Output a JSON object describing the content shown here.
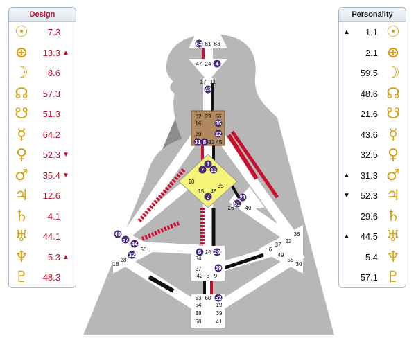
{
  "design": {
    "title": "Design",
    "rows": [
      {
        "planet": "Sun",
        "symbol": "☉",
        "value": "7.3",
        "arrow": ""
      },
      {
        "planet": "Earth",
        "symbol": "⊕",
        "value": "13.3",
        "arrow": "▲"
      },
      {
        "planet": "Moon",
        "symbol": "☽",
        "value": "8.6",
        "arrow": ""
      },
      {
        "planet": "North Node",
        "symbol": "☊",
        "value": "57.3",
        "arrow": ""
      },
      {
        "planet": "South Node",
        "symbol": "☋",
        "value": "51.3",
        "arrow": ""
      },
      {
        "planet": "Mercury",
        "symbol": "☿",
        "value": "64.2",
        "arrow": ""
      },
      {
        "planet": "Venus",
        "symbol": "♀",
        "value": "52.3",
        "arrow": "▼"
      },
      {
        "planet": "Mars",
        "symbol": "♂",
        "value": "35.4",
        "arrow": "▼"
      },
      {
        "planet": "Jupiter",
        "symbol": "♃",
        "value": "12.6",
        "arrow": ""
      },
      {
        "planet": "Saturn",
        "symbol": "♄",
        "value": "4.1",
        "arrow": ""
      },
      {
        "planet": "Uranus",
        "symbol": "♅",
        "value": "44.1",
        "arrow": ""
      },
      {
        "planet": "Neptune",
        "symbol": "♆",
        "value": "5.3",
        "arrow": "▲"
      },
      {
        "planet": "Pluto",
        "symbol": "♇",
        "value": "48.3",
        "arrow": ""
      }
    ]
  },
  "personality": {
    "title": "Personality",
    "rows": [
      {
        "planet": "Sun",
        "symbol": "☉",
        "value": "1.1",
        "arrow": "▲"
      },
      {
        "planet": "Earth",
        "symbol": "⊕",
        "value": "2.1",
        "arrow": ""
      },
      {
        "planet": "Moon",
        "symbol": "☽",
        "value": "59.5",
        "arrow": ""
      },
      {
        "planet": "North Node",
        "symbol": "☊",
        "value": "48.6",
        "arrow": ""
      },
      {
        "planet": "South Node",
        "symbol": "☋",
        "value": "21.6",
        "arrow": ""
      },
      {
        "planet": "Mercury",
        "symbol": "☿",
        "value": "43.6",
        "arrow": ""
      },
      {
        "planet": "Venus",
        "symbol": "♀",
        "value": "32.5",
        "arrow": ""
      },
      {
        "planet": "Mars",
        "symbol": "♂",
        "value": "31.3",
        "arrow": "▲"
      },
      {
        "planet": "Jupiter",
        "symbol": "♃",
        "value": "52.3",
        "arrow": "▼"
      },
      {
        "planet": "Saturn",
        "symbol": "♄",
        "value": "29.6",
        "arrow": ""
      },
      {
        "planet": "Uranus",
        "symbol": "♅",
        "value": "44.5",
        "arrow": "▲"
      },
      {
        "planet": "Neptune",
        "symbol": "♆",
        "value": "5.4",
        "arrow": ""
      },
      {
        "planet": "Pluto",
        "symbol": "♇",
        "value": "57.1",
        "arrow": ""
      }
    ]
  },
  "colors": {
    "design": "#c8102e",
    "personality": "#111111",
    "glyph": "#d4a017",
    "background_triangle": "#8c8c8c",
    "head_silhouette": "#b9b9b9",
    "defined_g_center": "#f5f57a",
    "defined_throat": "#b08a5e",
    "activated_gate_circle": "#4b2a7a"
  },
  "bodygraph": {
    "centers": [
      {
        "name": "Head",
        "defined": false,
        "gates": [
          "64",
          "61",
          "63"
        ]
      },
      {
        "name": "Ajna",
        "defined": false,
        "gates": [
          "47",
          "24",
          "4",
          "17",
          "11",
          "43"
        ]
      },
      {
        "name": "Throat",
        "defined": true,
        "gates": [
          "62",
          "23",
          "56",
          "16",
          "35",
          "20",
          "12",
          "31",
          "8",
          "33",
          "45"
        ]
      },
      {
        "name": "G",
        "defined": true,
        "gates": [
          "1",
          "7",
          "13",
          "10",
          "25",
          "15",
          "46",
          "2"
        ]
      },
      {
        "name": "Heart",
        "defined": false,
        "gates": [
          "21",
          "51",
          "26",
          "40"
        ]
      },
      {
        "name": "Spleen",
        "defined": false,
        "gates": [
          "48",
          "57",
          "44",
          "50",
          "32",
          "28",
          "18"
        ]
      },
      {
        "name": "Solar Plexus",
        "defined": false,
        "gates": [
          "36",
          "22",
          "37",
          "6",
          "49",
          "55",
          "30"
        ]
      },
      {
        "name": "Sacral",
        "defined": false,
        "gates": [
          "5",
          "14",
          "29",
          "34",
          "27",
          "59",
          "42",
          "3",
          "9"
        ]
      },
      {
        "name": "Root",
        "defined": false,
        "gates": [
          "53",
          "60",
          "52",
          "54",
          "19",
          "38",
          "39",
          "58",
          "41"
        ]
      }
    ],
    "activated_gates": [
      "64",
      "4",
      "43",
      "35",
      "12",
      "31",
      "8",
      "1",
      "7",
      "13",
      "2",
      "21",
      "51",
      "48",
      "57",
      "44",
      "32",
      "5",
      "29",
      "59",
      "52"
    ]
  }
}
